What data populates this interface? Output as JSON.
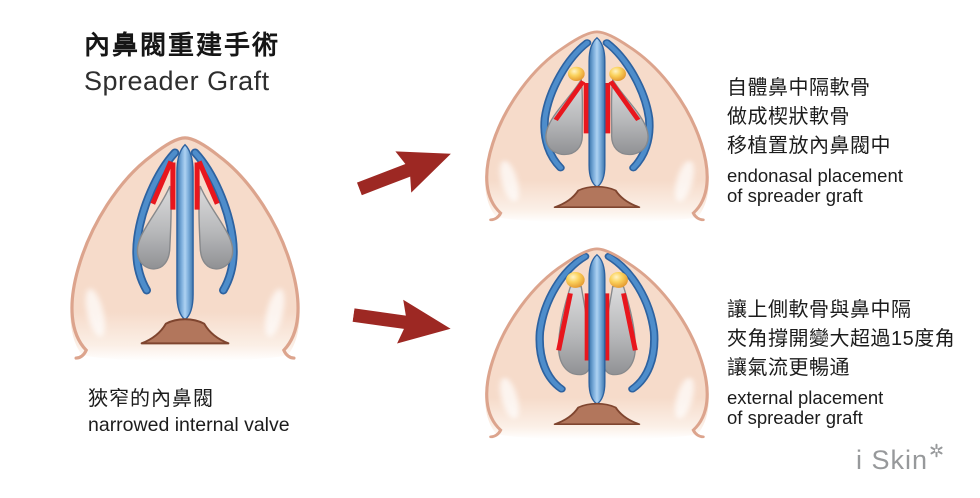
{
  "title": {
    "zh": "內鼻閥重建手術",
    "en": "Spreader Graft"
  },
  "before_caption": {
    "zh": "狹窄的內鼻閥",
    "en": "narrowed internal valve"
  },
  "annotations": {
    "endonasal": {
      "zh_lines": [
        "自體鼻中隔軟骨",
        "做成楔狀軟骨",
        "移植置放內鼻閥中"
      ],
      "en_lines": [
        "endonasal placement",
        "of spreader graft"
      ]
    },
    "external": {
      "zh_lines": [
        "讓上側軟骨與鼻中隔",
        "夾角撐開變大超過15度角",
        "讓氣流更暢通"
      ],
      "en_lines": [
        "external placement",
        "of spreader graft"
      ]
    }
  },
  "logo": {
    "text": "i Skin",
    "mark": "flower-asterisk"
  },
  "colors": {
    "skin": "#f6dbca",
    "skin-line": "#dca48d",
    "blue-edge": "#3c76ad",
    "blue-mid": "#7fb0dd",
    "blue-light": "#aed2f2",
    "band": "#4e8dcb",
    "band-dark": "#2d62a0",
    "gray-light": "#dcdcdd",
    "gray-mid": "#b7b8ba",
    "gray-deep": "#909194",
    "gray-line": "#87898c",
    "red": "#e8161d",
    "arrow": "#9d2823",
    "base": "#b2765c",
    "base-line": "#7f452f",
    "ball-light": "#fff3c8",
    "ball-mid": "#fbd35e",
    "ball-deep": "#e08d25",
    "text": "#1c1c1c",
    "logo": "#97999b"
  }
}
